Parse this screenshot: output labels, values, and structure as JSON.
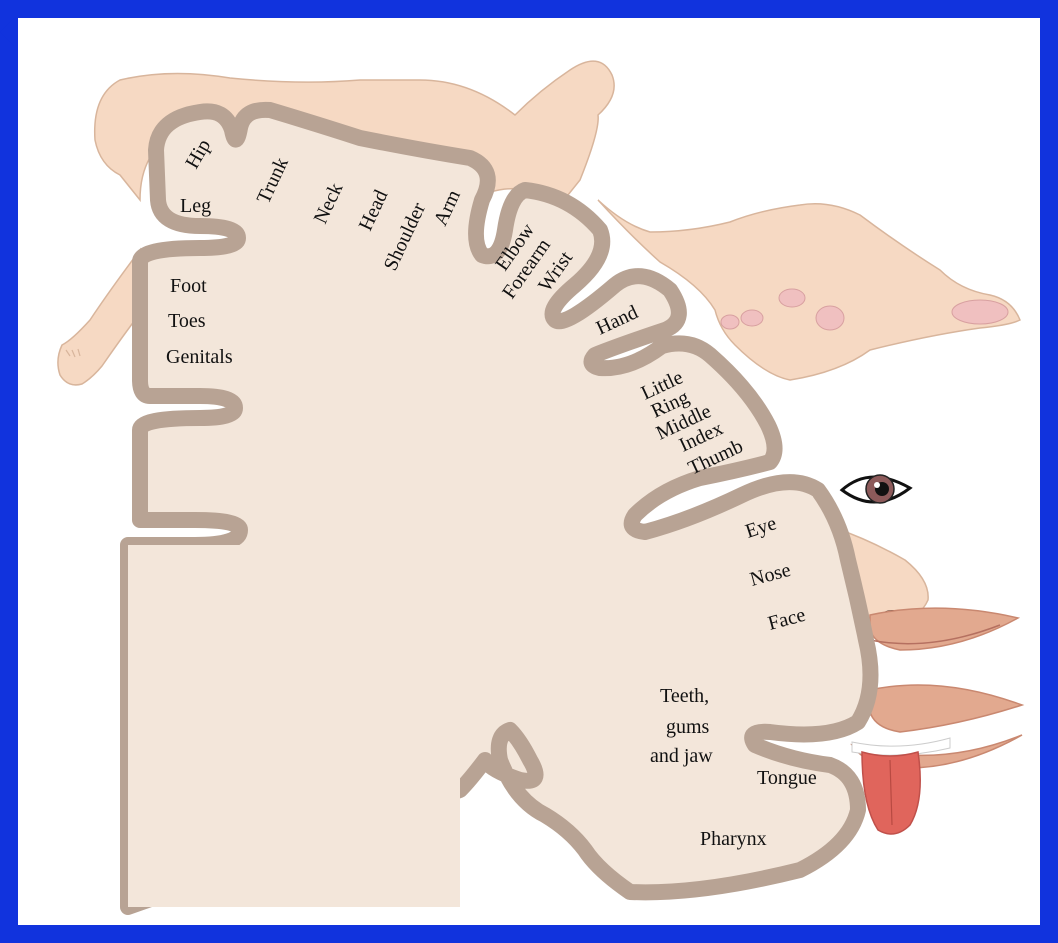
{
  "colors": {
    "frame_border": "#1133dd",
    "cortex_fill": "#f3e6da",
    "cortex_outline": "#b8a394",
    "skin": "#f6d9c3",
    "lips": "#e2a98f",
    "tongue": "#e0655c",
    "iris": "#8c5a5a"
  },
  "icons": [
    "body-figure",
    "hand",
    "eye",
    "nose",
    "lips",
    "teeth",
    "tongue"
  ],
  "labels": {
    "hip": "Hip",
    "trunk": "Trunk",
    "neck": "Neck",
    "head": "Head",
    "shoulder": "Shoulder",
    "arm": "Arm",
    "elbow": "Elbow",
    "forearm": "Forearm",
    "wrist": "Wrist",
    "hand": "Hand",
    "leg": "Leg",
    "foot": "Foot",
    "toes": "Toes",
    "genitals": "Genitals",
    "little": "Little",
    "ring": "Ring",
    "middle": "Middle",
    "index": "Index",
    "thumb": "Thumb",
    "eye": "Eye",
    "nose": "Nose",
    "face": "Face",
    "teeth_line1": "Teeth,",
    "teeth_line2": "gums",
    "teeth_line3": "and jaw",
    "tongue": "Tongue",
    "pharynx": "Pharynx"
  }
}
